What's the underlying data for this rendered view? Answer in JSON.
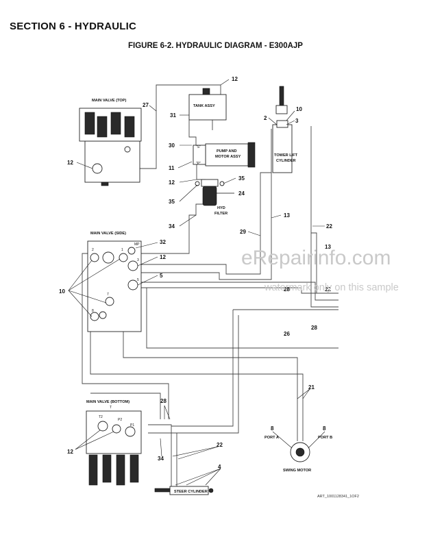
{
  "section_title": "SECTION 6 - HYDRAULIC",
  "figure_title": "FIGURE 6-2. HYDRAULIC DIAGRAM - E300AJP",
  "labels": {
    "main_valve_top": "MAIN VALVE (TOP)",
    "main_valve_side": "MAIN VALVE (SIDE)",
    "main_valve_bottom": "MAIN VALVE (BOTTOM)",
    "tank_assy": "TANK ASSY",
    "pump_motor_line1": "PUMP AND",
    "pump_motor_line2": "MOTOR ASSY",
    "tower_lift_line1": "TOWER LIFT",
    "tower_lift_line2": "CYLINDER",
    "hyd_filter_line1": "HYD",
    "hyd_filter_line2": "FILTER",
    "steer_cylinder": "STEER CYLINDER",
    "swing_motor": "SWING MOTOR",
    "port_a": "PORT A",
    "port_b": "PORT B"
  },
  "port_marks": {
    "s": "\"S\"",
    "p": "\"P\"",
    "mp": "MP",
    "t2": "T2",
    "p2": "P2",
    "p1": "P1",
    "t": "T",
    "n1": "1",
    "n2": "2",
    "n3": "3",
    "n5": "5",
    "n7": "7",
    "n8": "8"
  },
  "callouts": {
    "c12_tank": "12",
    "c27": "27",
    "c31": "31",
    "c30": "30",
    "c11": "11",
    "c12_top": "12",
    "c12_pump": "12",
    "c35_left": "35",
    "c35_right": "35",
    "c24": "24",
    "c34_top": "34",
    "c2": "2",
    "c3": "3",
    "c10_right": "10",
    "c13_a": "13",
    "c22_a": "22",
    "c29": "29",
    "c13_b": "13",
    "c32": "32",
    "c12_side": "12",
    "c5": "5",
    "c10_left": "10",
    "c28_a": "28",
    "c22_b": "22",
    "c28_b": "28",
    "c26": "26",
    "c21": "21",
    "c28_c": "28",
    "c8_left": "8",
    "c8_right": "8",
    "c12_bottom": "12",
    "c34_bottom": "34",
    "c22_c": "22",
    "c4": "4"
  },
  "watermark": {
    "main": "eRepairinfo.com",
    "sub": "watermark only on this sample"
  },
  "art_number": "ART_1001128341_1OF2"
}
